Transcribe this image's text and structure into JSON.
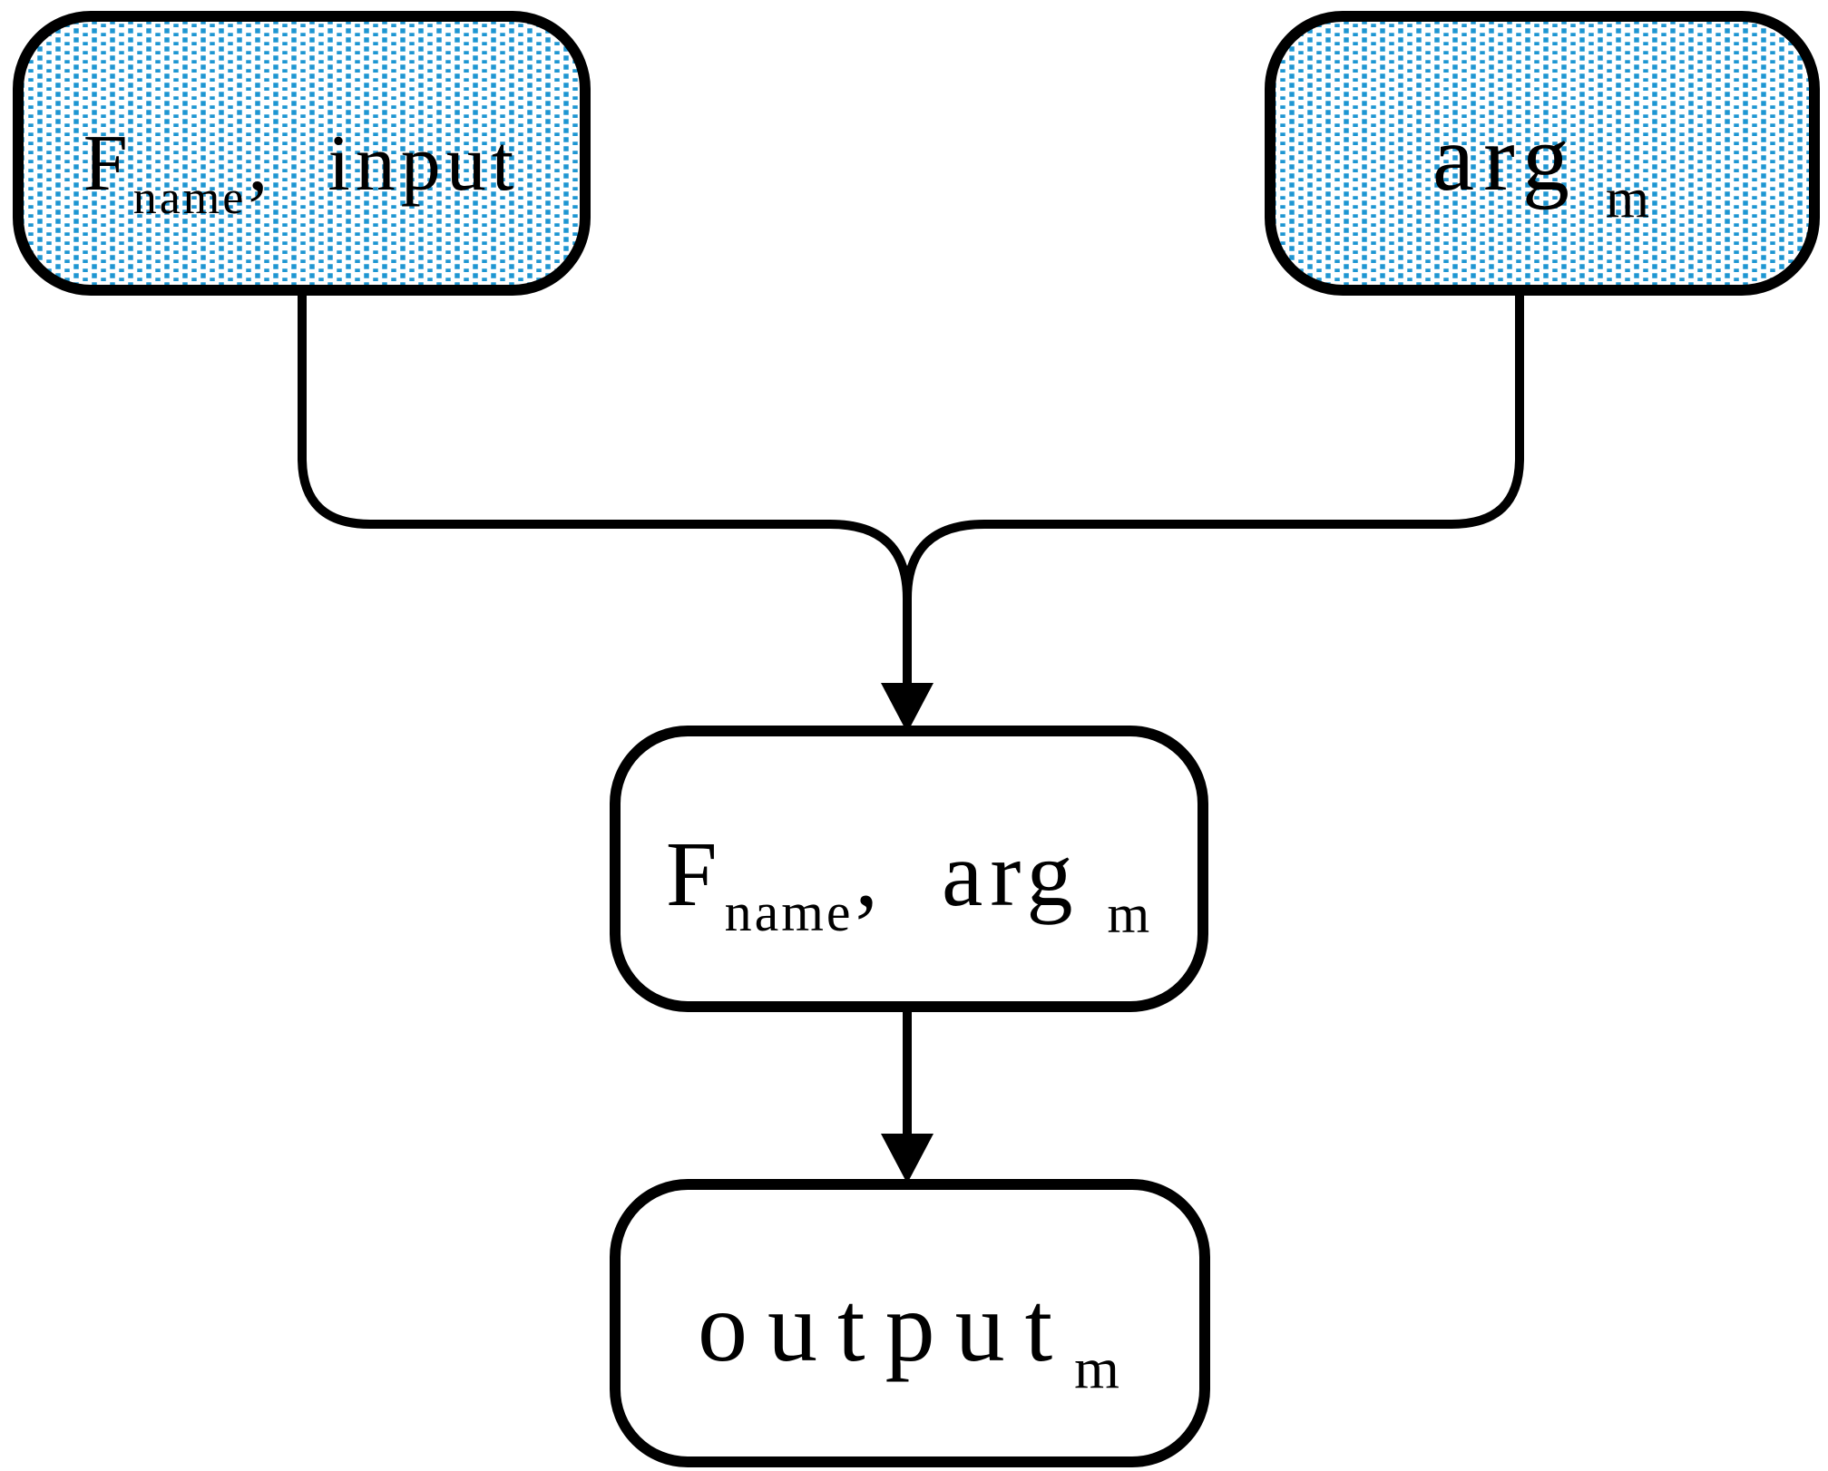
{
  "figure": {
    "type": "flowchart",
    "background": "#FFFFFF",
    "line_color": "#000000",
    "pattern_dot_color": "#1E96D2",
    "node_fill_plain": "#FFFFFF",
    "nodes": [
      {
        "id": "fname-input",
        "fill": "dotted-blue",
        "segments": [
          {
            "t": "F"
          },
          {
            "t": "name",
            "sub": true
          },
          {
            "t": ","
          },
          {
            "t": "input"
          }
        ]
      },
      {
        "id": "arg-m",
        "fill": "dotted-blue",
        "segments": [
          {
            "t": "arg"
          },
          {
            "t": "m",
            "sub": true
          }
        ]
      },
      {
        "id": "fname-arg",
        "fill": "white",
        "segments": [
          {
            "t": "F"
          },
          {
            "t": "name",
            "sub": true
          },
          {
            "t": ","
          },
          {
            "t": "arg"
          },
          {
            "t": "m",
            "sub": true
          }
        ]
      },
      {
        "id": "output-m",
        "fill": "white",
        "segments": [
          {
            "t": "output"
          },
          {
            "t": "m",
            "sub": true
          }
        ]
      }
    ],
    "edges": [
      {
        "from": "fname-input",
        "to": "fname-arg",
        "arrow": true
      },
      {
        "from": "arg-m",
        "to": "fname-arg",
        "arrow": true
      },
      {
        "from": "fname-arg",
        "to": "output-m",
        "arrow": true
      }
    ]
  }
}
